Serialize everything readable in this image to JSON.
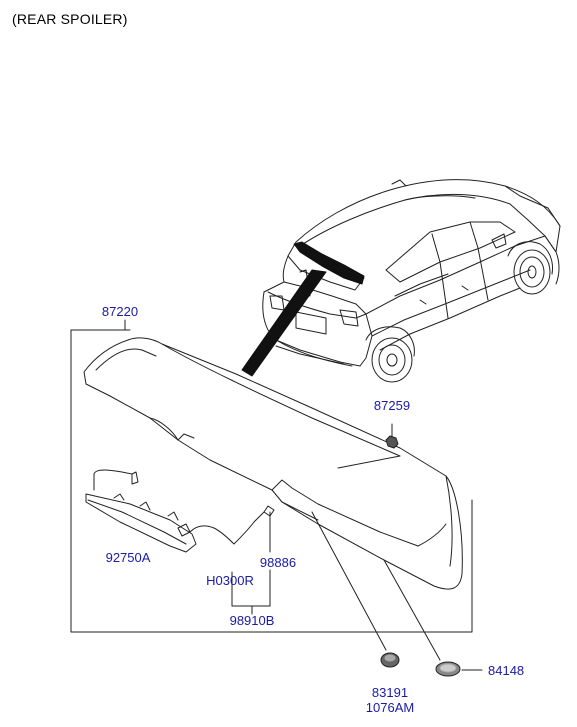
{
  "title": "(REAR SPOILER)",
  "colors": {
    "label": "#1a1aa6",
    "line": "#222222",
    "paper": "#ffffff"
  },
  "parts": {
    "spoiler": "87220",
    "clip": "87259",
    "stop_lamp": "92750A",
    "grommet_small": "98886",
    "hose": "H0300R",
    "washer_assy": "98910B",
    "cap": "83191",
    "cap_alt": "1076AM",
    "pad": "84148"
  }
}
